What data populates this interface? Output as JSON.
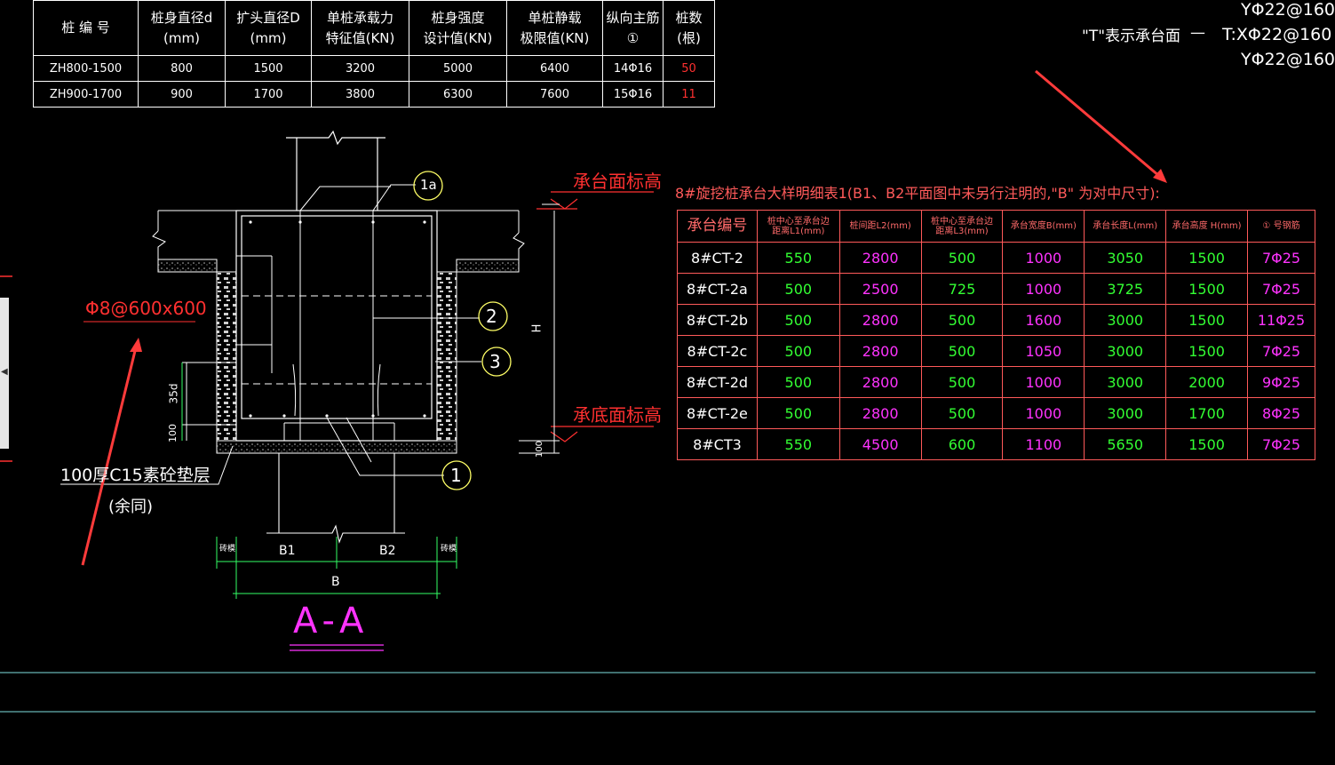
{
  "pile_table": {
    "headers": [
      "桩 编 号",
      "桩身直径d\n(mm)",
      "扩头直径D\n(mm)",
      "单桩承载力\n特征值(KN)",
      "桩身强度\n设计值(KN)",
      "单桩静载\n极限值(KN)",
      "纵向主筋\n①",
      "桩数\n(根)"
    ],
    "rows": [
      [
        "ZH800-1500",
        "800",
        "1500",
        "3200",
        "5000",
        "6400",
        "14Φ16",
        "50"
      ],
      [
        "ZH900-1700",
        "900",
        "1700",
        "3800",
        "6300",
        "7600",
        "15Φ16",
        "11"
      ]
    ]
  },
  "top_right_notes": {
    "note": "\"T\"表示承台面",
    "arrow": "—",
    "line1": "YΦ22@160",
    "line2": "T:XΦ22@160",
    "line3": "YΦ22@160"
  },
  "section_drawing": {
    "label_1a": "1a",
    "label_2": "2",
    "label_3": "3",
    "label_1": "1",
    "top_elev": "承台面标高",
    "bottom_elev": "承底面标高",
    "stirrup_note": "Φ8@600x600",
    "cushion_note": "100厚C15素砼垫层",
    "cushion_note2": "(余同)",
    "dim_H": "H",
    "dim_35d": "35d",
    "dim_100": "100",
    "dim_B1": "B1",
    "dim_B2": "B2",
    "dim_B": "B",
    "brick_left": "砖模",
    "brick_right": "砖模",
    "small_dim": "100",
    "section_title": "A-A"
  },
  "cap_table": {
    "title": "8#旋挖桩承台大样明细表1(B1、B2平面图中未另行注明的,\"B\" 为对中尺寸):",
    "headers": [
      "承台编号",
      "桩中心至承台边\n距离L1(mm)",
      "桩间距L2(mm)",
      "桩中心至承台边\n距离L3(mm)",
      "承台宽度B(mm)",
      "承台长度L(mm)",
      "承台高度 H(mm)",
      "① 号钢筋"
    ],
    "rows": [
      [
        "8#CT-2",
        "550",
        "2800",
        "500",
        "1000",
        "3050",
        "1500",
        "7Φ25"
      ],
      [
        "8#CT-2a",
        "500",
        "2500",
        "725",
        "1000",
        "3725",
        "1500",
        "7Φ25"
      ],
      [
        "8#CT-2b",
        "500",
        "2800",
        "500",
        "1600",
        "3000",
        "1500",
        "11Φ25"
      ],
      [
        "8#CT-2c",
        "500",
        "2800",
        "500",
        "1050",
        "3000",
        "1500",
        "7Φ25"
      ],
      [
        "8#CT-2d",
        "500",
        "2800",
        "500",
        "1000",
        "3000",
        "2000",
        "9Φ25"
      ],
      [
        "8#CT-2e",
        "500",
        "2800",
        "500",
        "1000",
        "3000",
        "1700",
        "8Φ25"
      ],
      [
        "8#CT3",
        "550",
        "4500",
        "600",
        "1100",
        "5650",
        "1500",
        "7Φ25"
      ]
    ]
  },
  "colors": {
    "background": "#000000",
    "red": "#ff3030",
    "green": "#33ff33",
    "magenta": "#ff33ff",
    "cyan": "#7fe0e0",
    "yellow": "#ffff66"
  },
  "icons": {
    "sidebar_toggle": "chevron-left-icon"
  }
}
